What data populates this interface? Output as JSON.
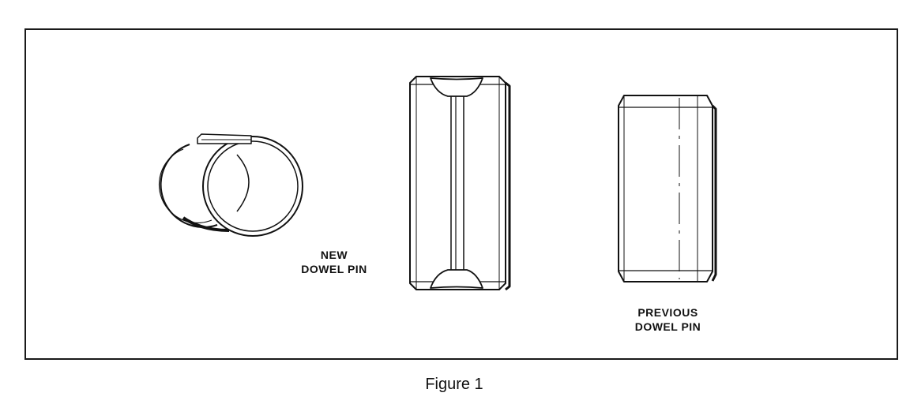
{
  "labels": {
    "new_pin_line1": "NEW",
    "new_pin_line2": "DOWEL PIN",
    "previous_pin_line1": "PREVIOUS",
    "previous_pin_line2": "DOWEL PIN"
  },
  "caption": "Figure 1",
  "colors": {
    "ink": "#111111",
    "paper": "#ffffff"
  }
}
